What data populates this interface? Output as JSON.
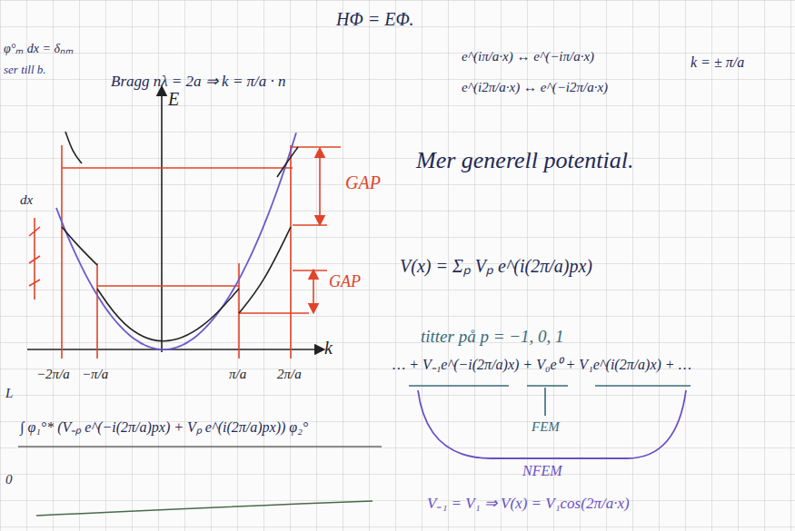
{
  "diagram": {
    "labels": [
      "HΦ = EΦ.",
      "φ°ₘ dx = δₙₘ",
      "ser till b.",
      "Bragg nλ = 2a ⇒ k = π/a · n",
      "e^(iπ/a·x) ↔ e^(−iπ/a·x)",
      "e^(i2π/a·x) ↔ e^(−i2π/a·x)",
      "k = ± π/a",
      "E",
      "k",
      "GAP",
      "GAP",
      "Mer generell potential.",
      "V(x) = Σₚ Vₚ e^(i(2π/a)px)",
      "titter på p = −1, 0, 1",
      "… + V₋₁e^(−i(2π/a)x) + V₀e⁰ + V₁e^(i(2π/a)x) + …",
      "FEM",
      "NFEM",
      "V₋₁ = V₁ ⇒ V(x) = V₁cos(2π/a·x)",
      "−2π/a",
      "−π/a",
      "π/a",
      "2π/a",
      "∫ φ₁°* (V₋ₚ e^(−i(2π/a)px) + Vₚ e^(i(2π/a)px)) φ₂°",
      "L",
      "0",
      "dx"
    ]
  }
}
